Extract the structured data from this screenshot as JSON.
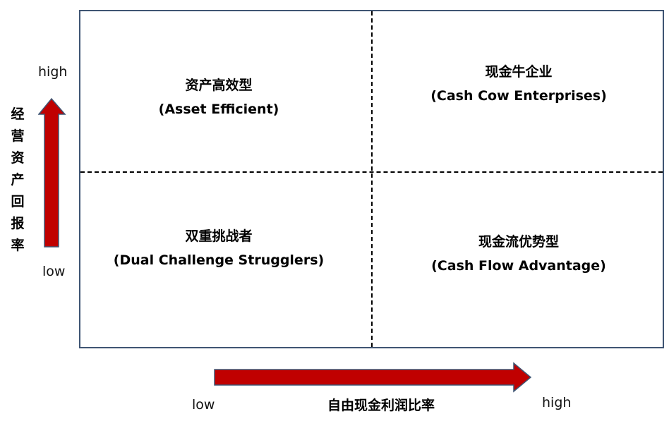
{
  "axes": {
    "y": {
      "title_chars": [
        "经",
        "营",
        "资",
        "产",
        "回",
        "报",
        "率"
      ],
      "high": "high",
      "low": "low"
    },
    "x": {
      "title": "自由现金利润比率",
      "high": "high",
      "low": "low"
    },
    "arrow_color": "#c00000",
    "arrow_border": "#3f5573"
  },
  "quadrants": {
    "top_left": {
      "cn": "资产高效型",
      "en": "(Asset Efficient)"
    },
    "top_right": {
      "cn": "现金牛企业",
      "en": "(Cash Cow Enterprises)"
    },
    "bottom_left": {
      "cn": "双重挑战者",
      "en": "(Dual Challenge Strugglers)"
    },
    "bottom_right": {
      "cn": "现金流优势型",
      "en": "(Cash Flow Advantage)"
    }
  }
}
